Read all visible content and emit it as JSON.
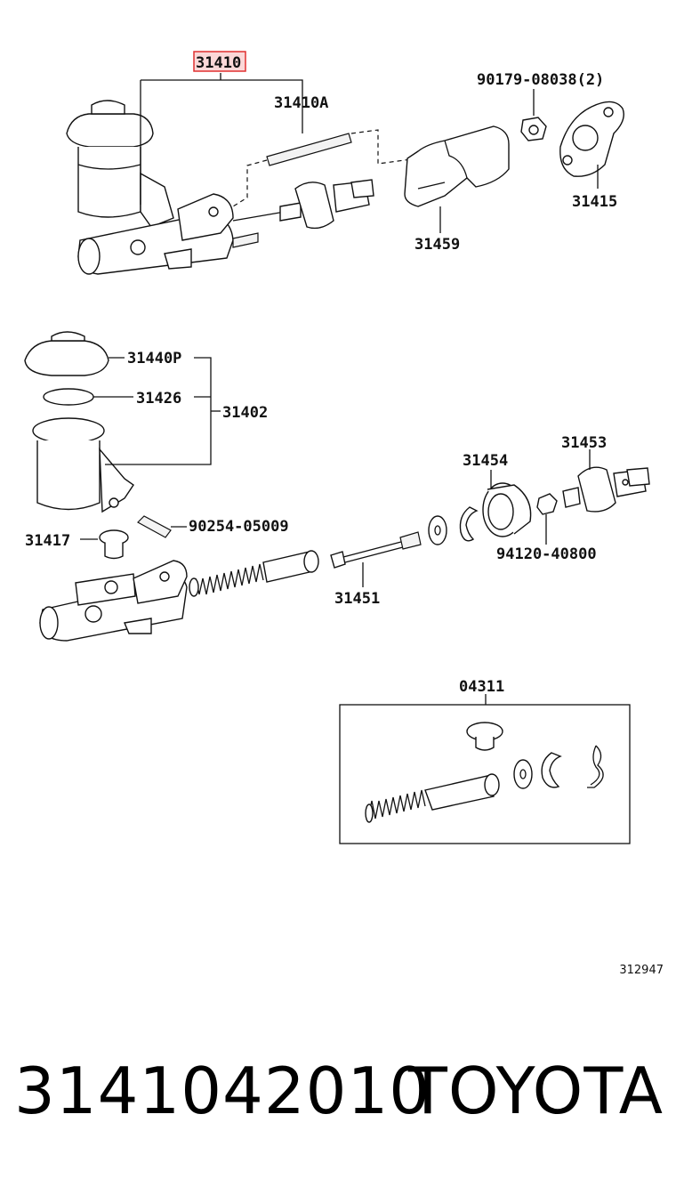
{
  "labels": {
    "assembly": "31410",
    "rod": "31410A",
    "nut_top": "90179-08038(2)",
    "gasket": "31415",
    "bracket": "31459",
    "cap": "31440P",
    "diaphragm": "31426",
    "reservoir_set": "31402",
    "grommet": "31417",
    "pin": "90254-05009",
    "retainer": "31454",
    "clevis": "31453",
    "push_rod": "31451",
    "nut_small": "94120-40800",
    "kit": "04311"
  },
  "diagram_code": "312947",
  "footer": {
    "part_number": "3141042010",
    "brand": "TOYOTA"
  },
  "highlight_color": "#e03030"
}
